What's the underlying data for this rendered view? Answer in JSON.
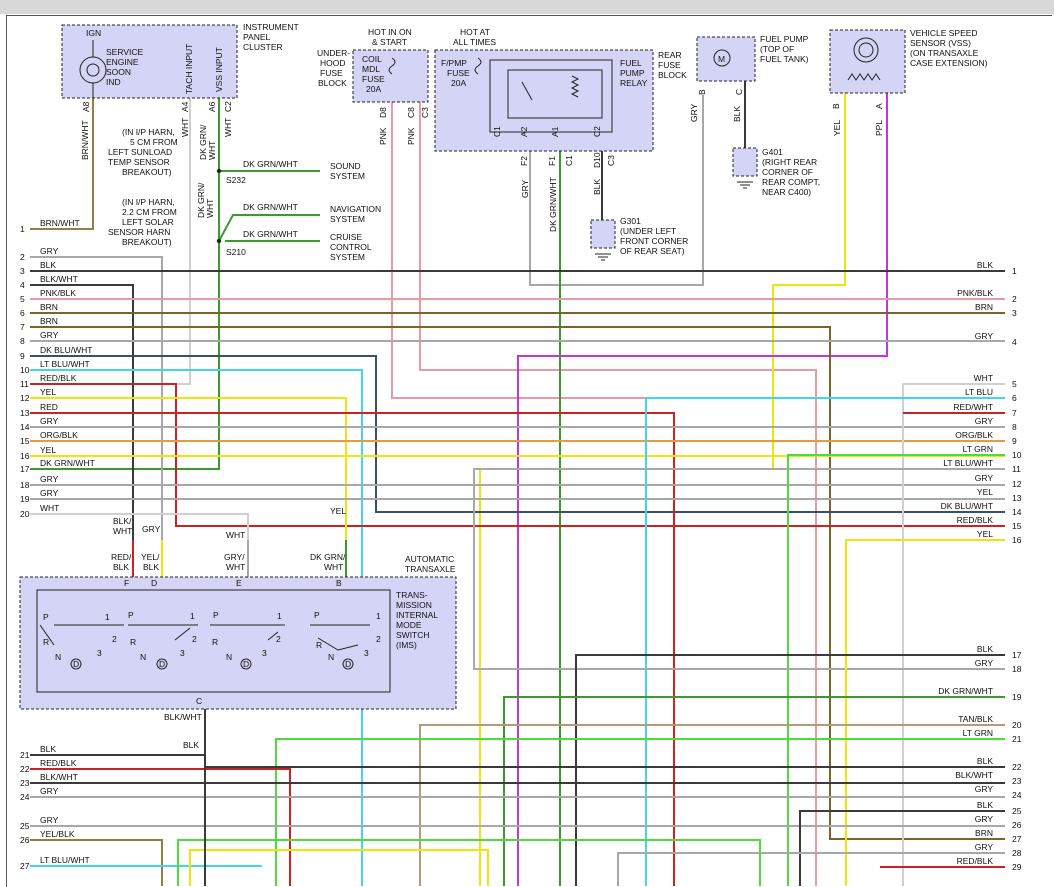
{
  "colors": {
    "BLK": "#3a3a3a",
    "GRY": "#a8a8a8",
    "WHT": "#d0d0d0",
    "BRN": "#7a6428",
    "PNK": "#e59aa6",
    "RED": "#cc2222",
    "YEL": "#ece60e",
    "LTBLU": "#43d6e8",
    "DKBLU": "#3b4f66",
    "LTGRN": "#4ddc3a",
    "DKGRN": "#3a9a2c",
    "ORG": "#e89a3c",
    "PPL": "#c236d8",
    "TAN": "#b49a76",
    "BRNWHT": "#9a7d44",
    "block_fill": "#d4d4f6"
  },
  "components": {
    "ipc": {
      "title": [
        "INSTRUMENT",
        "PANEL",
        "CLUSTER"
      ],
      "ign": "IGN",
      "lamp": [
        "SERVICE",
        "ENGINE",
        "SOON",
        "IND"
      ],
      "tach": "TACH INPUT",
      "vss": "VSS INPUT",
      "pins": [
        "A8",
        "A4",
        "A6",
        "C2"
      ],
      "wires": [
        "BRN/WHT",
        "WHT",
        "DK GRN/",
        "WHT",
        "WHT"
      ]
    },
    "fuse_block": {
      "hot": [
        "HOT IN ON",
        "& START"
      ],
      "title": [
        "UNDER-",
        "HOOD",
        "FUSE",
        "BLOCK"
      ],
      "fuse": [
        "COIL",
        "MDL",
        "FUSE",
        "20A"
      ],
      "pins": [
        "D8",
        "C8",
        "C3"
      ],
      "wires": [
        "PNK",
        "PNK"
      ]
    },
    "rear_fuse": {
      "hot": [
        "HOT AT",
        "ALL TIMES"
      ],
      "fuse": [
        "F/PMP",
        "FUSE",
        "20A"
      ],
      "relay": [
        "FUEL",
        "PUMP",
        "RELAY"
      ],
      "title": [
        "REAR",
        "FUSE",
        "BLOCK"
      ],
      "pins_top": [
        "C1",
        "A2",
        "A1",
        "C2"
      ],
      "pins_bottom": [
        "F2",
        "F1",
        "C1",
        "D10",
        "C3"
      ],
      "wires": [
        "GRY",
        "DK GRN/WHT",
        "BLK"
      ]
    },
    "fuel_pump": {
      "title": [
        "FUEL PUMP",
        "(TOP OF",
        "FUEL TANK)"
      ],
      "motor": "M",
      "pins": [
        "B",
        "C"
      ],
      "wires": [
        "GRY",
        "BLK"
      ]
    },
    "vss": {
      "title": [
        "VEHICLE SPEED",
        "SENSOR (VSS)",
        "(ON TRANSAXLE",
        "CASE EXTENSION)"
      ],
      "pins": [
        "B",
        "A"
      ],
      "wires": [
        "YEL",
        "PPL"
      ]
    },
    "g401": [
      "G401",
      "(RIGHT REAR",
      "CORNER OF",
      "REAR COMPT,",
      "NEAR C400)"
    ],
    "g301": [
      "G301",
      "(UNDER LEFT",
      "FRONT CORNER",
      "OF REAR SEAT)"
    ],
    "s232": {
      "note": [
        "(IN I/P HARN,",
        "5 CM FROM",
        "LEFT SUNLOAD",
        "TEMP SENSOR",
        "BREAKOUT)"
      ],
      "splice": "S232",
      "wire": "DK GRN/WHT",
      "dest": [
        "SOUND",
        "SYSTEM"
      ]
    },
    "s210": {
      "note": [
        "(IN I/P HARN,",
        "2.2 CM FROM",
        "LEFT SOLAR",
        "SENSOR HARN",
        "BREAKOUT)"
      ],
      "splice": "S210",
      "wire1": "DK GRN/WHT",
      "dest1": [
        "NAVIGATION",
        "SYSTEM"
      ],
      "wire2": "DK GRN/WHT",
      "dest2": [
        "CRUISE",
        "CONTROL",
        "SYSTEM"
      ],
      "wire_v": [
        "DK GRN/",
        "WHT"
      ]
    },
    "transaxle": {
      "title": [
        "AUTOMATIC",
        "TRANSAXLE"
      ],
      "ims": [
        "TRANS-",
        "MISSION",
        "INTERNAL",
        "MODE",
        "SWITCH",
        "(IMS)"
      ],
      "pin_labels": [
        "F",
        "D",
        "E",
        "B",
        "C"
      ],
      "wire_top": [
        [
          "BLK/",
          "WHT"
        ],
        [
          "GRY"
        ],
        [
          "WHT"
        ],
        [
          "YEL"
        ]
      ],
      "wire_in": [
        [
          "RED/",
          "BLK"
        ],
        [
          "YEL/",
          "BLK"
        ],
        [
          "GRY/",
          "WHT"
        ],
        [
          "DK GRN/",
          "WHT"
        ]
      ],
      "switch_p": "P",
      "switch_r": "R",
      "switch_n": "N",
      "switch_d": "D",
      "n1": "1",
      "n2": "2",
      "n3": "3",
      "bottom_wire": "BLK/WHT",
      "bottom_wire2": "BLK"
    }
  },
  "harness_left": [
    {
      "n": "1",
      "w": "BRN/WHT"
    },
    {
      "n": "2",
      "w": "GRY"
    },
    {
      "n": "3",
      "w": "BLK"
    },
    {
      "n": "4",
      "w": "BLK/WHT"
    },
    {
      "n": "5",
      "w": "PNK/BLK"
    },
    {
      "n": "6",
      "w": "BRN"
    },
    {
      "n": "7",
      "w": "BRN"
    },
    {
      "n": "8",
      "w": "GRY"
    },
    {
      "n": "9",
      "w": "DK BLU/WHT"
    },
    {
      "n": "10",
      "w": "LT BLU/WHT"
    },
    {
      "n": "11",
      "w": "RED/BLK"
    },
    {
      "n": "12",
      "w": "YEL"
    },
    {
      "n": "13",
      "w": "RED"
    },
    {
      "n": "14",
      "w": "GRY"
    },
    {
      "n": "15",
      "w": "ORG/BLK"
    },
    {
      "n": "16",
      "w": "YEL"
    },
    {
      "n": "17",
      "w": "DK GRN/WHT"
    },
    {
      "n": "18",
      "w": "GRY"
    },
    {
      "n": "19",
      "w": "GRY"
    },
    {
      "n": "20",
      "w": "WHT"
    },
    {
      "n": "21",
      "w": "BLK"
    },
    {
      "n": "22",
      "w": "RED/BLK"
    },
    {
      "n": "23",
      "w": "BLK/WHT"
    },
    {
      "n": "24",
      "w": "GRY"
    },
    {
      "n": "25",
      "w": "GRY"
    },
    {
      "n": "26",
      "w": "YEL/BLK"
    },
    {
      "n": "27",
      "w": "LT BLU/WHT"
    }
  ],
  "harness_right": [
    {
      "n": "1",
      "w": "BLK"
    },
    {
      "n": "2",
      "w": "PNK/BLK"
    },
    {
      "n": "3",
      "w": "BRN"
    },
    {
      "n": "4",
      "w": "GRY"
    },
    {
      "n": "5",
      "w": "WHT"
    },
    {
      "n": "6",
      "w": "LT BLU"
    },
    {
      "n": "7",
      "w": "RED/WHT"
    },
    {
      "n": "8",
      "w": "GRY"
    },
    {
      "n": "9",
      "w": "ORG/BLK"
    },
    {
      "n": "10",
      "w": "LT GRN"
    },
    {
      "n": "11",
      "w": "LT BLU/WHT"
    },
    {
      "n": "12",
      "w": "GRY"
    },
    {
      "n": "13",
      "w": "YEL"
    },
    {
      "n": "14",
      "w": "DK BLU/WHT"
    },
    {
      "n": "15",
      "w": "RED/BLK"
    },
    {
      "n": "16",
      "w": "YEL"
    },
    {
      "n": "17",
      "w": "BLK"
    },
    {
      "n": "18",
      "w": "GRY"
    },
    {
      "n": "19",
      "w": "DK GRN/WHT"
    },
    {
      "n": "20",
      "w": "TAN/BLK"
    },
    {
      "n": "21",
      "w": "LT GRN"
    },
    {
      "n": "22",
      "w": "BLK"
    },
    {
      "n": "23",
      "w": "BLK/WHT"
    },
    {
      "n": "24",
      "w": "GRY"
    },
    {
      "n": "25",
      "w": "BLK"
    },
    {
      "n": "26",
      "w": "GRY"
    },
    {
      "n": "27",
      "w": "BRN"
    },
    {
      "n": "28",
      "w": "GRY"
    },
    {
      "n": "29",
      "w": "RED/BLK"
    }
  ]
}
